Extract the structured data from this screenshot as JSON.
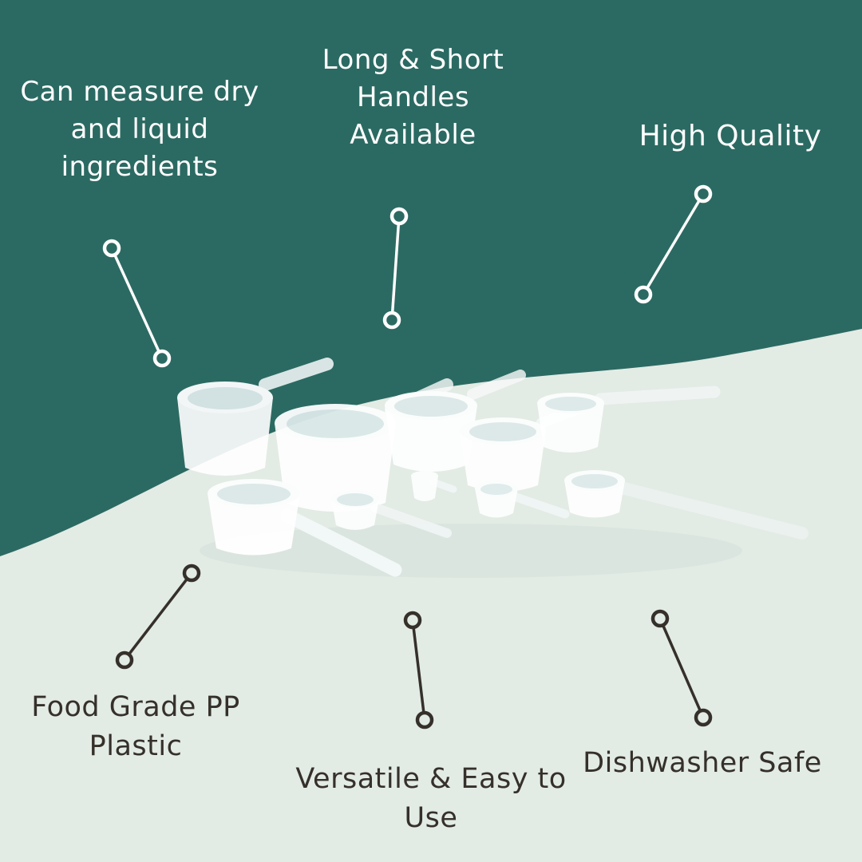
{
  "title": "Measuring scoops product infographic",
  "colors": {
    "teal_bg": "#2B6A62",
    "light_bg": "#E3EBE5",
    "light_text": "#FFFFFF",
    "dark_text": "#35302A"
  },
  "product": {
    "name": "White food-grade plastic measuring scoops with long and short handles"
  },
  "callouts": {
    "measure_ingredients": {
      "text": "Can measure dry\nand liquid\ningredients"
    },
    "handles": {
      "text": "Long & Short\nHandles\nAvailable"
    },
    "high_quality": {
      "text": "High Quality"
    },
    "food_grade": {
      "text": "Food Grade PP\nPlastic"
    },
    "versatile": {
      "text": "Versatile & Easy to\nUse"
    },
    "dishwasher": {
      "text": "Dishwasher Safe"
    }
  }
}
